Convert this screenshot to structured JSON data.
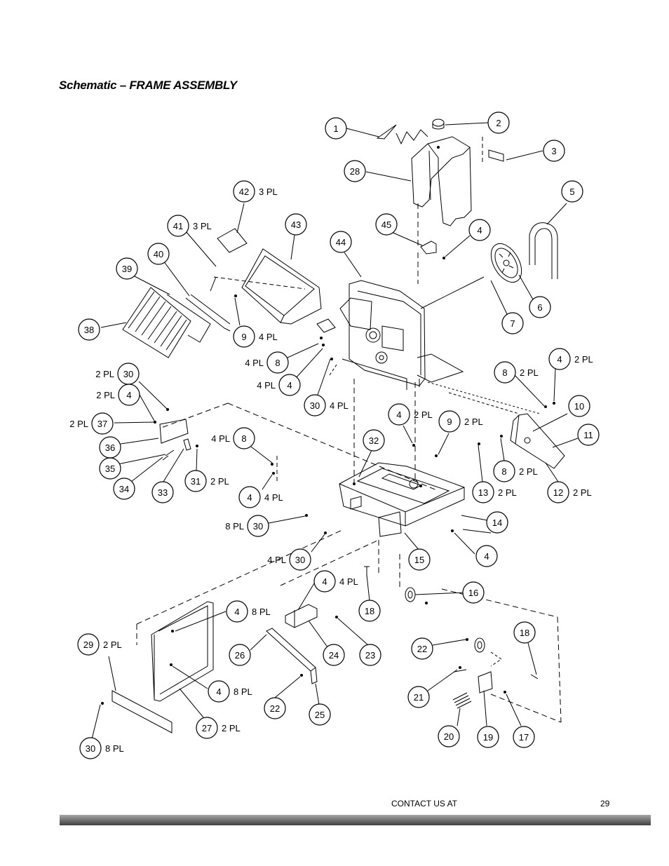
{
  "header": {
    "title": "Schematic – FRAME ASSEMBLY"
  },
  "footer": {
    "contact": "CONTACT US AT",
    "page_number": "29"
  },
  "callouts": [
    {
      "n": "1"
    },
    {
      "n": "2"
    },
    {
      "n": "3"
    },
    {
      "n": "28"
    },
    {
      "n": "5"
    },
    {
      "n": "42",
      "note": "3 PL"
    },
    {
      "n": "41",
      "note": "3 PL"
    },
    {
      "n": "43"
    },
    {
      "n": "45"
    },
    {
      "n": "4"
    },
    {
      "n": "44"
    },
    {
      "n": "40"
    },
    {
      "n": "39"
    },
    {
      "n": "6"
    },
    {
      "n": "7"
    },
    {
      "n": "38"
    },
    {
      "n": "9",
      "note": "4 PL"
    },
    {
      "n": "8",
      "pre": "4 PL"
    },
    {
      "n": "4",
      "pre": "4 PL"
    },
    {
      "n": "30",
      "note": "4 PL"
    },
    {
      "n": "4",
      "note": "2 PL"
    },
    {
      "n": "8",
      "note": "2 PL"
    },
    {
      "n": "30",
      "pre": "2 PL"
    },
    {
      "n": "4",
      "pre": "2 PL"
    },
    {
      "n": "37",
      "pre": "2 PL"
    },
    {
      "n": "10"
    },
    {
      "n": "4",
      "note": "2 PL"
    },
    {
      "n": "9",
      "note": "2 PL"
    },
    {
      "n": "36"
    },
    {
      "n": "8",
      "pre": "4 PL"
    },
    {
      "n": "32"
    },
    {
      "n": "11"
    },
    {
      "n": "35"
    },
    {
      "n": "31",
      "note": "2 PL"
    },
    {
      "n": "8",
      "note": "2 PL"
    },
    {
      "n": "34"
    },
    {
      "n": "33"
    },
    {
      "n": "4",
      "note": "4 PL"
    },
    {
      "n": "13",
      "note": "2 PL"
    },
    {
      "n": "12",
      "note": "2 PL"
    },
    {
      "n": "14"
    },
    {
      "n": "30",
      "pre": "8 PL"
    },
    {
      "n": "15"
    },
    {
      "n": "4"
    },
    {
      "n": "30",
      "pre": "4 PL"
    },
    {
      "n": "4",
      "note": "4 PL"
    },
    {
      "n": "16"
    },
    {
      "n": "18"
    },
    {
      "n": "4",
      "note": "8 PL"
    },
    {
      "n": "18"
    },
    {
      "n": "29",
      "note": "2 PL"
    },
    {
      "n": "26"
    },
    {
      "n": "24"
    },
    {
      "n": "23"
    },
    {
      "n": "22"
    },
    {
      "n": "4",
      "note": "8 PL"
    },
    {
      "n": "21"
    },
    {
      "n": "22"
    },
    {
      "n": "25"
    },
    {
      "n": "27",
      "note": "2 PL"
    },
    {
      "n": "20"
    },
    {
      "n": "19"
    },
    {
      "n": "17"
    },
    {
      "n": "30",
      "note": "8 PL"
    }
  ]
}
